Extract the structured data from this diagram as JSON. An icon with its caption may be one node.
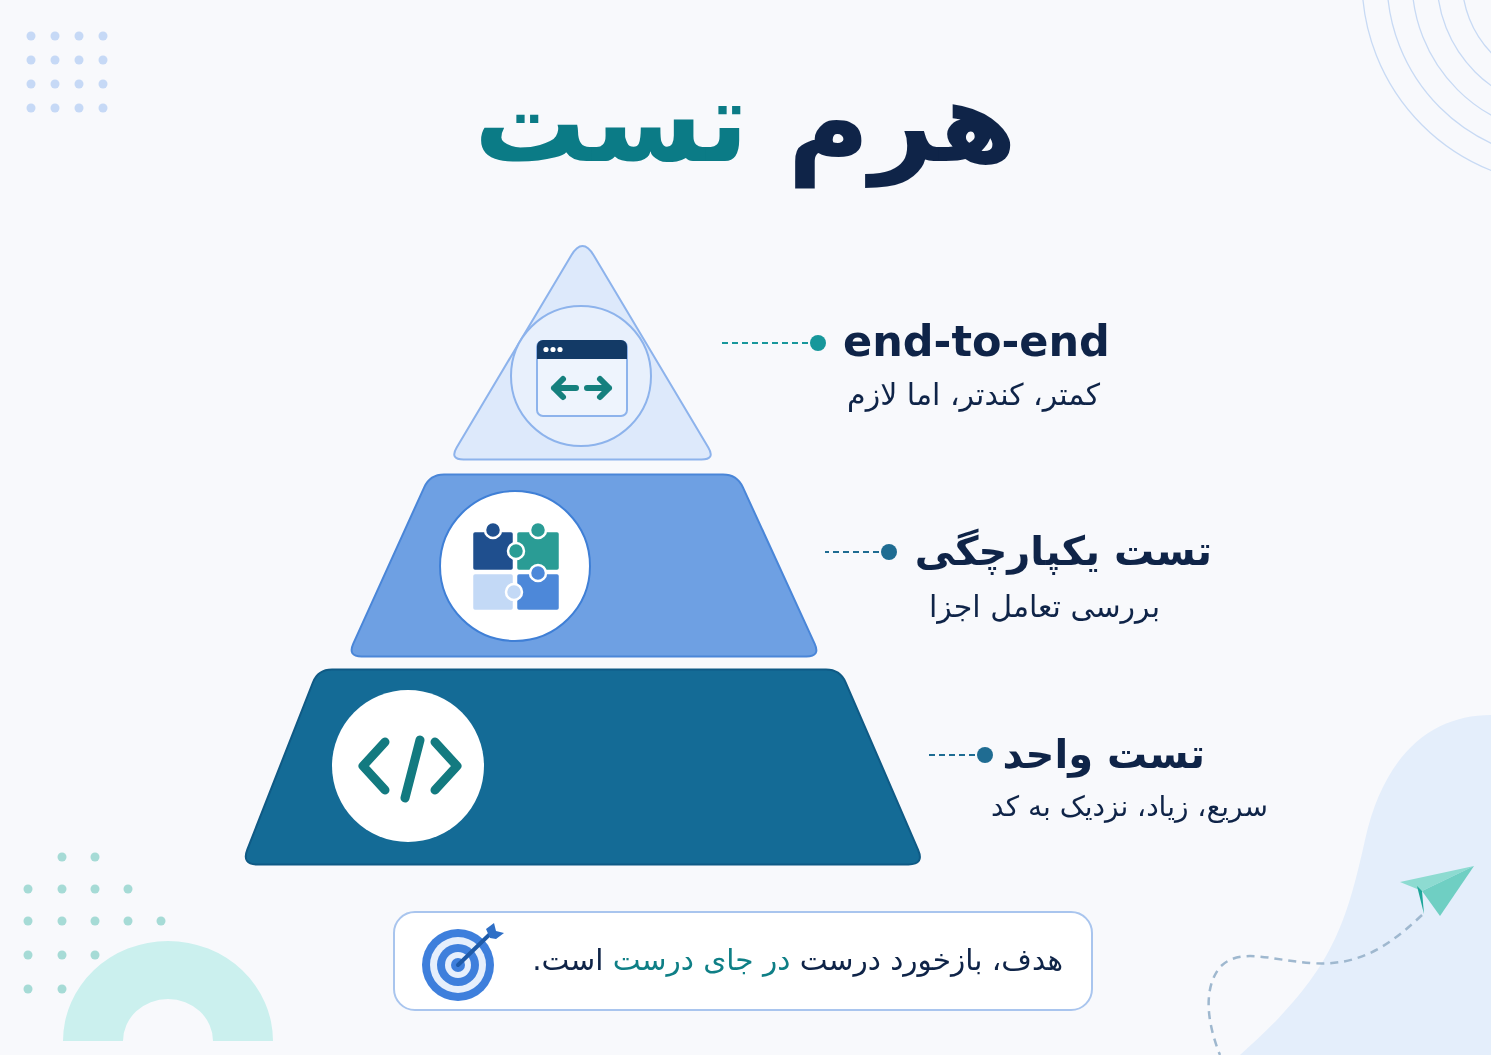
{
  "diagram": {
    "title": "هرم **تست**",
    "nodes": [
      {
        "text": [],
        "shape": "triangle"
      },
      {
        "text": [
          "end-to-end",
          "کمتر، کندتر، اما لازم"
        ]
      },
      {
        "text": [],
        "shape": "trapezoid"
      },
      {
        "text": [
          "تست یکپارچگی",
          "بررسی تعامل اجزا"
        ]
      },
      {
        "text": [],
        "shape": "trapezoid"
      },
      {
        "text": [
          "تست واحد",
          "سریع، زیاد، نزدیک به کد"
        ]
      },
      {
        "text": [
          "هدف، بازخورد درست **در جای درست** است."
        ]
      }
    ],
    "edges": [
      {
        "from": 1,
        "to": 0,
        "arrow": "other",
        "style": "dashed",
        "color": "#17979b"
      },
      {
        "from": 3,
        "to": 2,
        "arrow": "other",
        "style": "dashed"
      },
      {
        "from": 5,
        "to": 4,
        "arrow": "other",
        "style": "dashed"
      }
    ]
  }
}
